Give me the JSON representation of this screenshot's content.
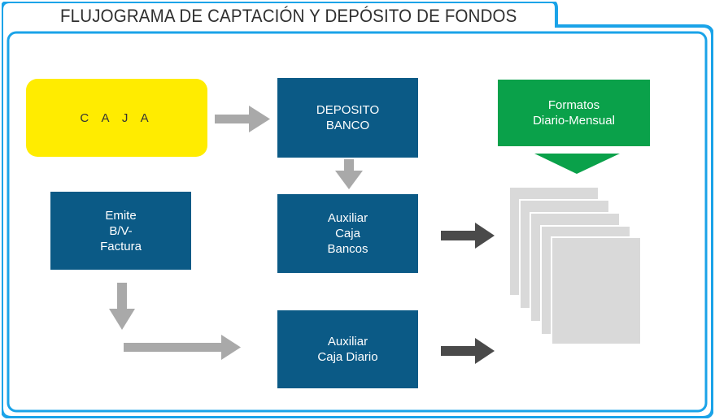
{
  "title": "FLUJOGRAMA DE CAPTACIÓN Y DEPÓSITO DE FONDOS",
  "nodes": {
    "caja": "C A J A",
    "deposito": "DEPOSITO\nBANCO",
    "formatos": "Formatos\nDiario-Mensual",
    "emite": "Emite\nB/V-\nFactura",
    "aux_bancos": "Auxiliar\nCaja\nBancos",
    "aux_diario": "Auxiliar\nCaja Diario"
  },
  "colors": {
    "frame_blue": "#1aa3e8",
    "box_blue": "#0b5a86",
    "caja_yellow": "#ffec00",
    "formatos_green": "#0aa14a",
    "arrow_light": "#a9a9a9",
    "arrow_dark": "#4a4a4a",
    "paper": "#d9d9d9"
  }
}
